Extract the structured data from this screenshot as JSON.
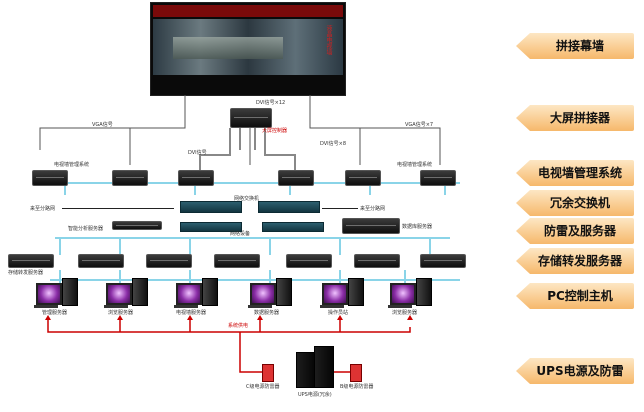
{
  "side_labels": [
    "拼接幕墙",
    "大屏拼接器",
    "电视墙管理系统",
    "冗余交换机",
    "防雷及服务器",
    "存储转发服务器",
    "PC控制主机",
    "UPS电源及防雷"
  ],
  "video_wall": {
    "title": "",
    "side_text": "液晶电视墙"
  },
  "top": {
    "splicer_label": "大屏控制器",
    "dvi_label_top": "DVI信号×12",
    "dvi_label_mid": "DVI信号",
    "dvi_label_right": "DVI信号×8",
    "vga_left": "VGA信号",
    "vga_right": "VGA信号×7"
  },
  "servers": {
    "left_label": "电视墙管理系统",
    "right_label": "电视墙管理系统"
  },
  "network": {
    "switch_label": "网络交换机",
    "switch_label2": "网络设备",
    "left_source": "来至分路网",
    "right_source": "来至分路网",
    "analysis_server": "智能分析服务器",
    "data_server": "数据库服务器",
    "storage_label": "存储转发服务器"
  },
  "pcs": [
    "管理服务器",
    "浏览服务器",
    "电视墙服务器",
    "数据服务器",
    "操作员站",
    "浏览服务器"
  ],
  "power": {
    "system_power": "系统供电",
    "left_box": "C级电源防雷器",
    "right_box": "B级电源防雷器",
    "ups": "UPS电源(冗余)"
  }
}
